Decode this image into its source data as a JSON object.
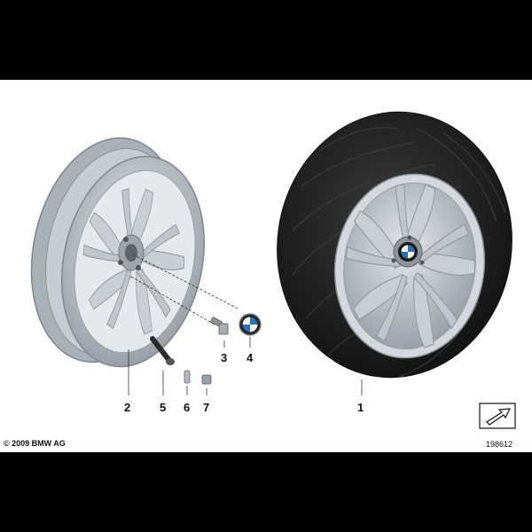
{
  "callouts": [
    "1",
    "2",
    "3",
    "4",
    "5",
    "6",
    "7"
  ],
  "copyright": "© 2009 BMW AG",
  "doc_number": "198612",
  "icons": [
    "nav-arrow-icon",
    "bmw-logo-icon"
  ],
  "colors": {
    "background": "#000000",
    "panel": "#ffffff",
    "tire": "#1e1e1e",
    "rim": "#b8bec4"
  }
}
